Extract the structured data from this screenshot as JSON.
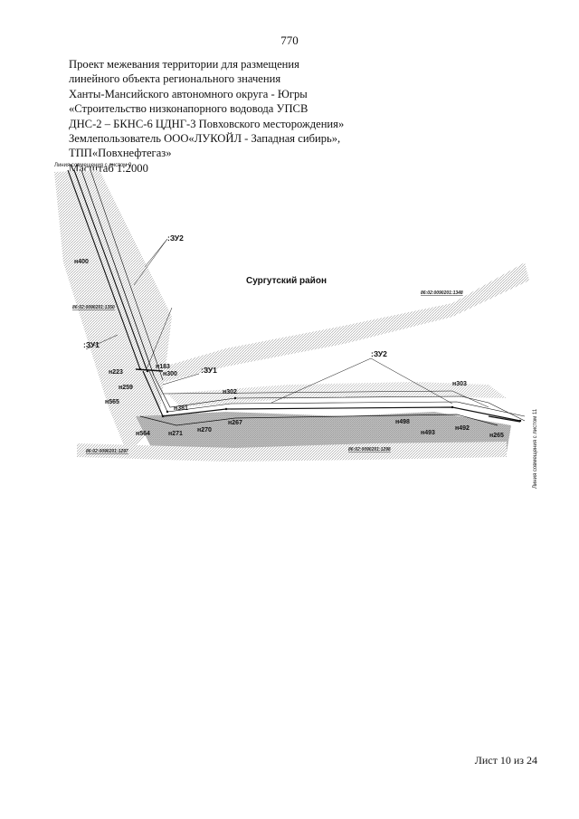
{
  "page_number": "770",
  "header": {
    "lines": [
      "Проект межевания территории для размещения",
      "линейного объекта регионального значения",
      "Ханты-Мансийского автономного округа - Югры",
      "«Строительство низконапорного водовода УПСВ",
      "ДНС-2 – БКНС-6 ЦДНГ-3 Повховского месторождения»",
      "Землепользователь ООО«ЛУКОЙЛ - Западная сибирь»,",
      "ТПП«Повхнефтегаз»",
      "Масштаб 1:2000"
    ]
  },
  "map": {
    "combine_top": "Линия совмещения с листом 9",
    "combine_right": "Линия совмещения с листом 11",
    "region_label": "Сургутский район",
    "parcel_labels": {
      "zu2_top": ":ЗУ2",
      "zu1_left": ":ЗУ1",
      "zu1_mid": ":ЗУ1",
      "zu2_right": ":ЗУ2"
    },
    "cadastral": {
      "c1": "86:02:0090201:1348",
      "c2": "86:02:0090201:1350",
      "c3": "86:02:0090201:1297",
      "c4": "86:02:0090201:1298"
    },
    "points": {
      "n400": "н400",
      "n183": "н183",
      "n223": "н223",
      "n300": "н300",
      "n259": "н259",
      "n565": "н565",
      "n381": "н381",
      "n302": "н302",
      "n303": "н303",
      "n564": "н564",
      "n271": "н271",
      "n270": "н270",
      "n267": "н267",
      "n498": "н498",
      "n492": "н492",
      "n493": "н493",
      "n265": "н265"
    }
  },
  "sheet": "Лист 10 из 24"
}
